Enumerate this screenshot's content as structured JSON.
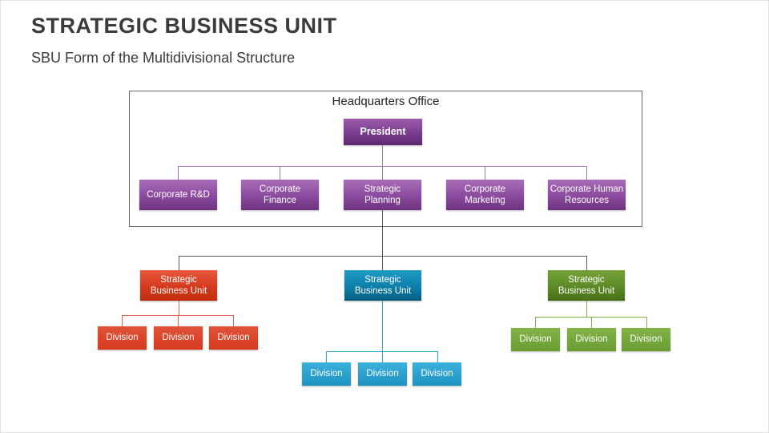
{
  "title": "STRATEGIC BUSINESS UNIT",
  "subtitle": "SBU Form of the Multidivisional Structure",
  "hq": {
    "label": "Headquarters Office",
    "president": "President",
    "departments": [
      "Corporate R&D",
      "Corporate Finance",
      "Strategic Planning",
      "Corporate Marketing",
      "Corporate Human Resources"
    ]
  },
  "sbus": [
    {
      "label": "Strategic Business Unit",
      "color": "#d63a1e",
      "divisions": [
        "Division",
        "Division",
        "Division"
      ]
    },
    {
      "label": "Strategic Business Unit",
      "color": "#0e7fa8",
      "divisions": [
        "Division",
        "Division",
        "Division"
      ]
    },
    {
      "label": "Strategic Business Unit",
      "color": "#5d8a27",
      "divisions": [
        "Division",
        "Division",
        "Division"
      ]
    }
  ],
  "colors": {
    "purple": "#7b3d8f",
    "red": "#d63a1e",
    "blue": "#0e7fa8",
    "green": "#5d8a27",
    "title_text": "#3b3b3b"
  }
}
